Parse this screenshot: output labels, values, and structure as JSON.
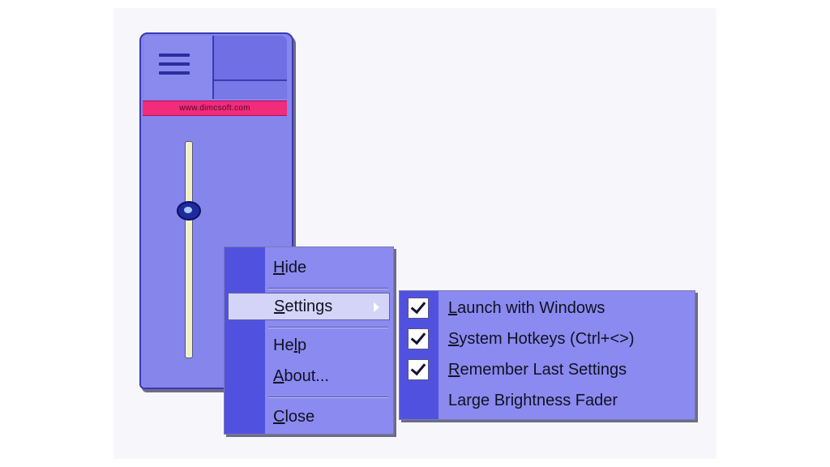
{
  "widget": {
    "url": "www.dimcsoft.com",
    "brightness_level": 0.7
  },
  "context_menu": {
    "items": [
      {
        "first": "H",
        "rest": "ide"
      },
      {
        "first": "S",
        "rest": "ettings"
      },
      {
        "first": "",
        "rest": "He",
        "tail_first": "l",
        "tail": "p"
      },
      {
        "first": "A",
        "rest": "bout..."
      },
      {
        "first": "C",
        "rest": "lose"
      }
    ]
  },
  "settings_submenu": {
    "items": [
      {
        "first": "L",
        "rest": "aunch with Windows",
        "checked": true
      },
      {
        "first": "S",
        "rest": "ystem Hotkeys (Ctrl+<>)",
        "checked": true
      },
      {
        "first": "R",
        "rest": "emember Last Settings",
        "checked": true
      },
      {
        "first": "",
        "rest": "Large Brightness Fader",
        "checked": false
      }
    ]
  },
  "colors": {
    "widget_body": "#8585ec",
    "menu_strip": "#5151e0",
    "url_strip": "#f22b7a",
    "selected_item": "#d4d4f8"
  }
}
